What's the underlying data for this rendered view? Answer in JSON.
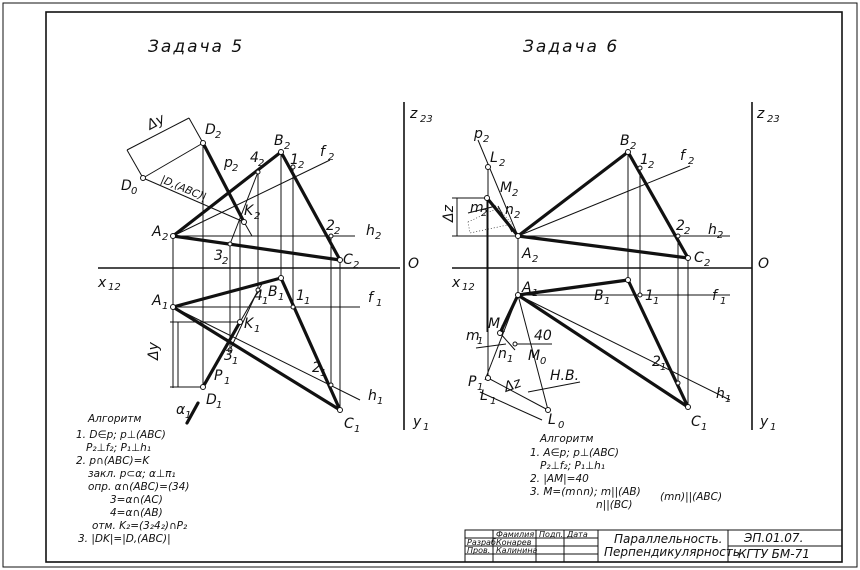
{
  "titles": {
    "task5": "Задача 5",
    "task6": "Задача 6"
  },
  "axes": {
    "t5": {
      "x12": "x",
      "x12_sub": "12",
      "z23": "z",
      "z23_sub": "23",
      "y1": "y",
      "y1_sub": "1",
      "origin": "O"
    },
    "t6": {
      "x12": "x",
      "x12_sub": "12",
      "z23": "z",
      "z23_sub": "23",
      "y1": "y",
      "y1_sub": "1",
      "origin": "O"
    }
  },
  "labels5": {
    "D2": [
      "D",
      "2"
    ],
    "D0": [
      "D",
      "0"
    ],
    "dy_top": "Δy",
    "dist": "|D,(ABC)|",
    "p2": [
      "p",
      "2"
    ],
    "B2": [
      "B",
      "2"
    ],
    "k2": [
      "4",
      "2"
    ],
    "f2": [
      "f",
      "2"
    ],
    "K2": [
      "K",
      "2"
    ],
    "A2": [
      "A",
      "2"
    ],
    "three2": [
      "3",
      "2"
    ],
    "two2": [
      "2",
      "2"
    ],
    "h2": [
      "h",
      "2"
    ],
    "C2": [
      "C",
      "2"
    ],
    "A1": [
      "A",
      "1"
    ],
    "B1": [
      "B",
      "1"
    ],
    "four1": [
      "4",
      "1"
    ],
    "one1": [
      "1",
      "1"
    ],
    "one2": [
      "1",
      "2"
    ],
    "f1": [
      "f",
      "1"
    ],
    "K1": [
      "K",
      "1"
    ],
    "three1": [
      "3",
      "1"
    ],
    "two1": [
      "2",
      "1"
    ],
    "P1": [
      "P",
      "1"
    ],
    "D1": [
      "D",
      "1"
    ],
    "h1": [
      "h",
      "1"
    ],
    "C1": [
      "C",
      "1"
    ],
    "alpha1": [
      "α",
      "1"
    ],
    "dy_low": "Δy"
  },
  "labels6": {
    "p2": [
      "p",
      "2"
    ],
    "L2": [
      "L",
      "2"
    ],
    "M2": [
      "M",
      "2"
    ],
    "dz_top": "Δz",
    "m2": [
      "m",
      "2"
    ],
    "n2": [
      "n",
      "2"
    ],
    "B2": [
      "B",
      "2"
    ],
    "one2": [
      "1",
      "2"
    ],
    "f2": [
      "f",
      "2"
    ],
    "A2": [
      "A",
      "2"
    ],
    "two2": [
      "2",
      "2"
    ],
    "h2": [
      "h",
      "2"
    ],
    "C2": [
      "C",
      "2"
    ],
    "A1": [
      "A",
      "1"
    ],
    "B1": [
      "B",
      "1"
    ],
    "one1": [
      "1",
      "1"
    ],
    "f1": [
      "f",
      "1"
    ],
    "m1": [
      "m",
      "1"
    ],
    "M1": [
      "M",
      "1"
    ],
    "n1": [
      "n",
      "1"
    ],
    "forty": "40",
    "M0": [
      "M",
      "0"
    ],
    "P1": [
      "P",
      "1"
    ],
    "dz_low": "Δz",
    "nv": "Н.В.",
    "L1": [
      "L",
      "1"
    ],
    "L0": [
      "L",
      "0"
    ],
    "two1": [
      "2",
      "1"
    ],
    "h1": [
      "h",
      "1"
    ],
    "C1": [
      "C",
      "1"
    ]
  },
  "algorithm5": {
    "heading": "Алгоритм",
    "lines": [
      "1. D∈p; p⊥(ABC)",
      "P₂⊥f₂; P₁⊥h₁",
      "2. p∩(ABC)=K",
      "закл. p⊂α; α⊥π₁",
      "опр. α∩(ABC)=(34)",
      "3=α∩(AC)",
      "4=α∩(AB)",
      "отм. K₂=(3₂4₂)∩P₂",
      "3. |DK|=|D,(ABC)|"
    ]
  },
  "algorithm6": {
    "heading": "Алгоритм",
    "lines": [
      "1. A∈p; p⊥(ABC)",
      "P₂⊥f₂; P₁⊥h₁",
      "2. |AM|=40",
      "3. M=(m∩n); m||(AB)",
      "n||(BC)",
      "(mn)||(ABC)"
    ]
  },
  "title_block": {
    "hdr_fam": "Фамилия",
    "hdr_podp": "Подп.",
    "hdr_data": "Дата",
    "role1": "Разраб.",
    "name1": "Конарев",
    "role2": "Пров.",
    "name2": "Калинина",
    "title_line1": "Параллельность.",
    "title_line2": "Перпендикулярность",
    "code": "ЭП.01.07.",
    "group": "КГТУ БМ-71"
  }
}
